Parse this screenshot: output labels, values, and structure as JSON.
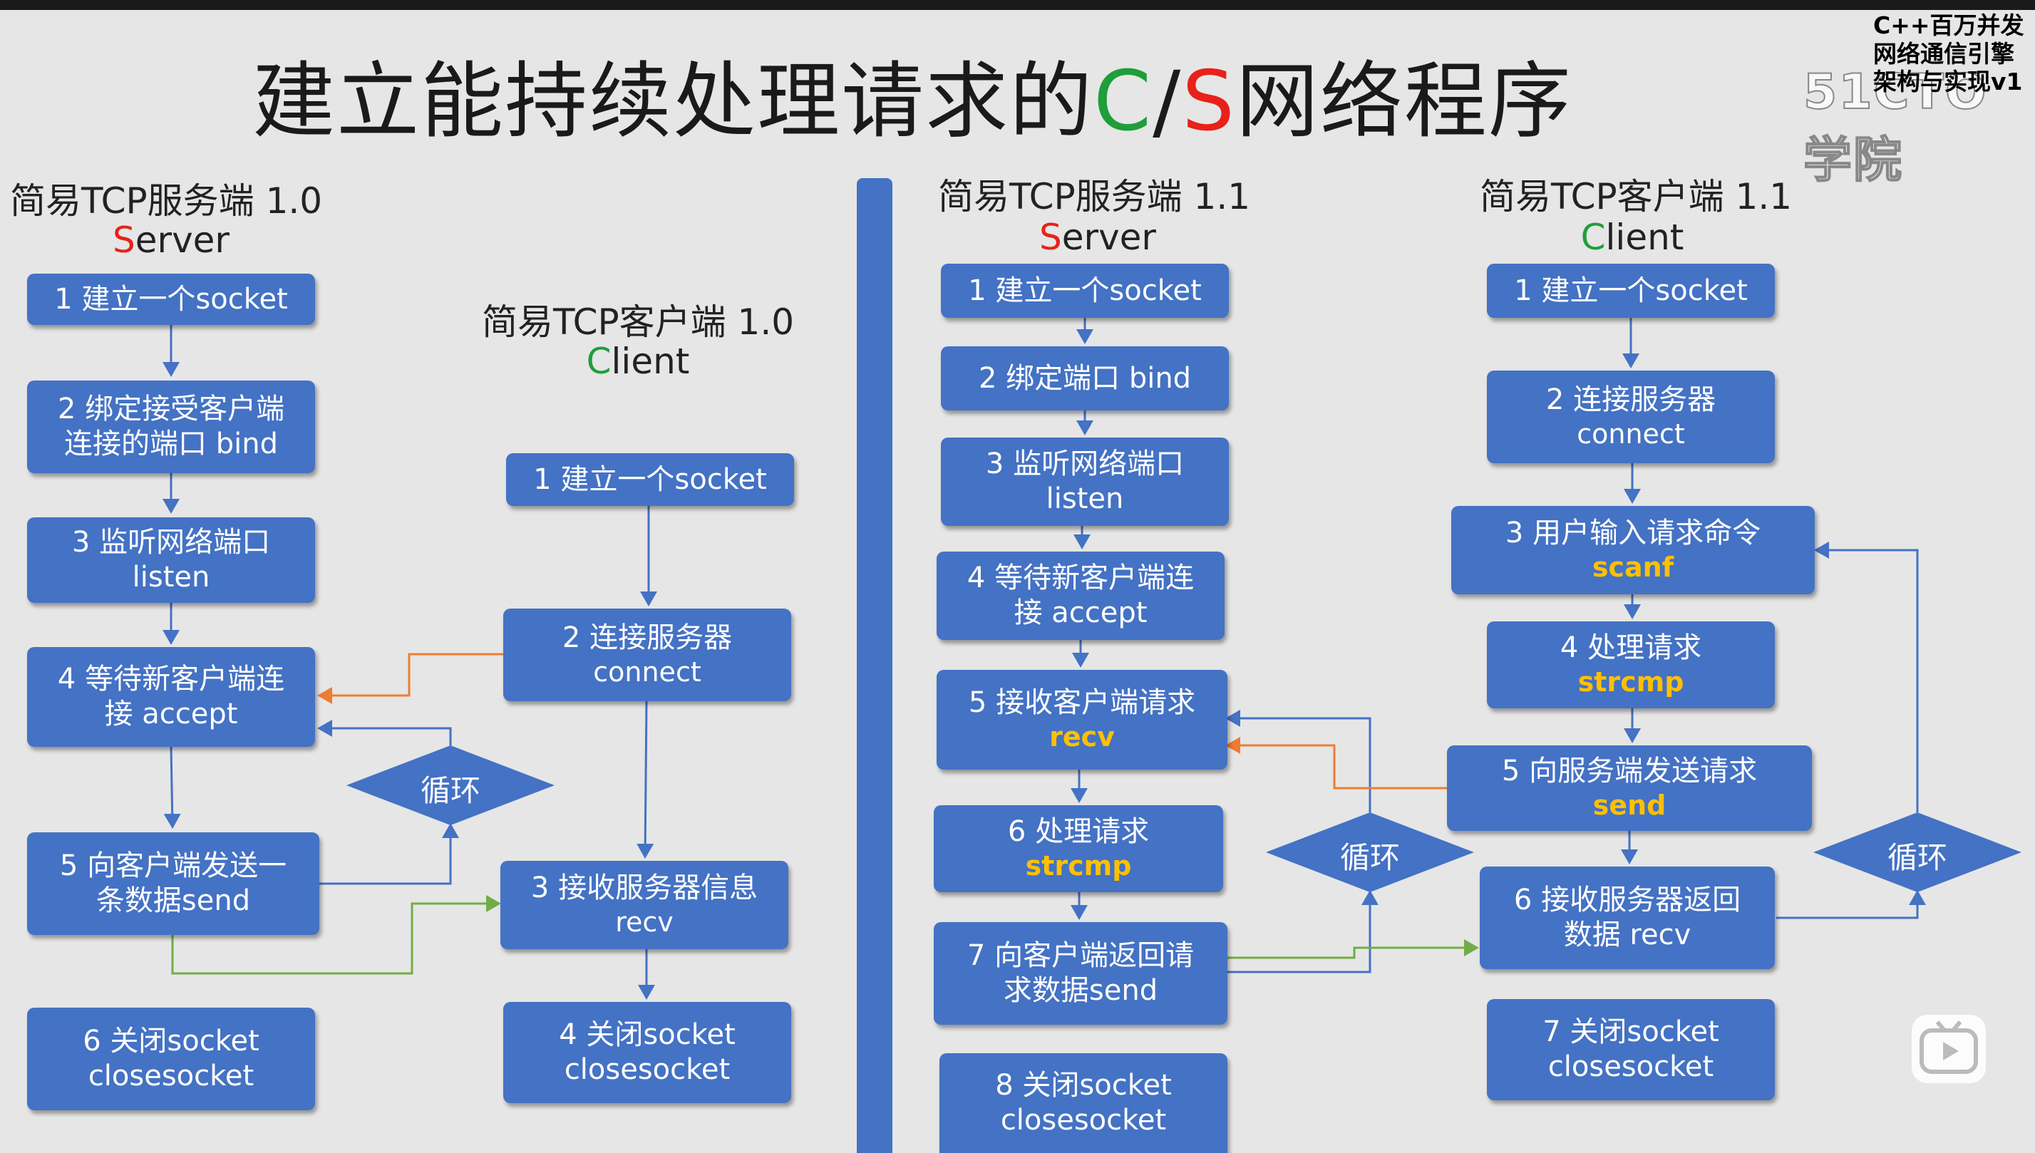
{
  "title": {
    "pre": "建立能持续处理请求的",
    "c": "C",
    "slash": "/",
    "s": "S",
    "post": "网络程序"
  },
  "colors": {
    "box": "#4472c4",
    "green": "#1f9e3a",
    "red": "#e8211b",
    "yellow": "#ffc000",
    "orange": "#ed7d31",
    "flow": "#4472c4",
    "green_line": "#70ad47"
  },
  "watermark": "51CTO学院",
  "brand": [
    "C++百万并发",
    "网络通信引擎",
    "架构与实现v1"
  ],
  "loop_label": "循环",
  "server10": {
    "header": "简易TCP服务端 1.0",
    "sub_first": "S",
    "sub_rest": "erver",
    "steps": [
      {
        "l1": "1 建立一个socket"
      },
      {
        "l1": "2 绑定接受客户端",
        "l2": "连接的端口 bind"
      },
      {
        "l1": "3 监听网络端口",
        "l2": "listen"
      },
      {
        "l1": "4 等待新客户端连",
        "l2": "接 accept"
      },
      {
        "l1": "5 向客户端发送一",
        "l2": "条数据send"
      },
      {
        "l1": "6 关闭socket",
        "l2": "closesocket"
      }
    ]
  },
  "client10": {
    "header": "简易TCP客户端 1.0",
    "sub_first": "C",
    "sub_rest": "lient",
    "steps": [
      {
        "l1": "1 建立一个socket"
      },
      {
        "l1": "2 连接服务器",
        "kw": "connect"
      },
      {
        "l1": "3 接收服务器信息",
        "kw": "recv"
      },
      {
        "l1": "4 关闭socket",
        "l2": "closesocket"
      }
    ]
  },
  "server11": {
    "header": "简易TCP服务端 1.1",
    "sub_first": "S",
    "sub_rest": "erver",
    "steps": [
      {
        "l1": "1 建立一个socket"
      },
      {
        "l1": "2 绑定端口 bind"
      },
      {
        "l1": "3 监听网络端口",
        "l2": "listen"
      },
      {
        "l1": "4 等待新客户端连",
        "l2": "接 accept"
      },
      {
        "l1": "5 接收客户端请求",
        "kwy": "recv"
      },
      {
        "l1": "6 处理请求",
        "kwy": "strcmp"
      },
      {
        "l1": "7 向客户端返回请",
        "l2": "求数据send"
      },
      {
        "l1": "8 关闭socket",
        "l2": "closesocket"
      }
    ]
  },
  "client11": {
    "header": "简易TCP客户端 1.1",
    "sub_first": "C",
    "sub_rest": "lient",
    "steps": [
      {
        "l1": "1 建立一个socket"
      },
      {
        "l1": "2 连接服务器",
        "kw": "connect"
      },
      {
        "l1": "3 用户输入请求命令",
        "kwy": "scanf"
      },
      {
        "l1": "4 处理请求",
        "kwy": "strcmp"
      },
      {
        "l1": "5 向服务端发送请求",
        "kwy": "send"
      },
      {
        "l1": "6 接收服务器返回",
        "l2": "数据 recv"
      },
      {
        "l1": "7 关闭socket",
        "l2": "closesocket"
      }
    ]
  }
}
